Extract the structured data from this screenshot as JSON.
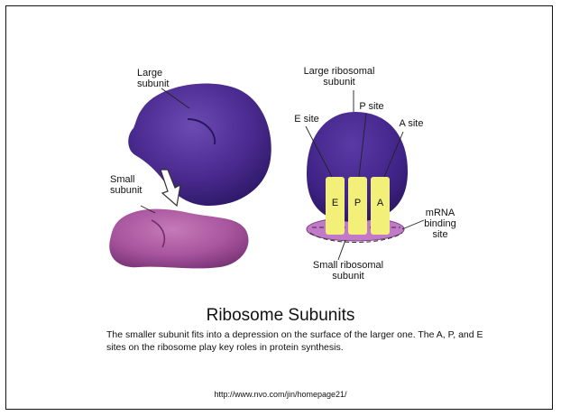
{
  "labels": {
    "large_subunit": "Large\nsubunit",
    "small_subunit": "Small\nsubunit",
    "large_ribosomal_subunit": "Large ribosomal\nsubunit",
    "p_site": "P site",
    "e_site": "E site",
    "a_site": "A site",
    "slot_e": "E",
    "slot_p": "P",
    "slot_a": "A",
    "mrna_binding_site": "mRNA\nbinding\nsite",
    "small_ribosomal_subunit": "Small ribosomal\nsubunit"
  },
  "title": "Ribosome Subunits",
  "caption": "The smaller subunit fits into a depression on the surface of the larger one. The A, P, and E sites on the ribosome play key roles in protein synthesis.",
  "url": "http://www.nvo.com/jin/homepage21/",
  "colors": {
    "large_subunit": "#4a2a8f",
    "small_subunit": "#a8559e",
    "tRNA_site": "#f3f07a",
    "mrna_band": "#c17ac8"
  }
}
